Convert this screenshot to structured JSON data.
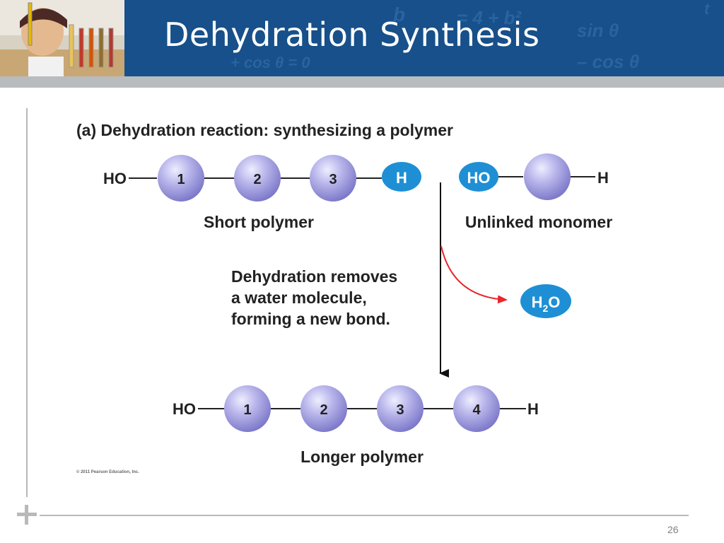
{
  "slide": {
    "title": "Dehydration Synthesis",
    "page_number": "26"
  },
  "diagram": {
    "heading": "(a) Dehydration reaction: synthesizing a polymer",
    "short_polymer": {
      "left_end": "HO",
      "monomers": [
        "1",
        "2",
        "3"
      ],
      "right_end": "H",
      "label": "Short polymer"
    },
    "monomer": {
      "left_end": "HO",
      "right_end": "H",
      "label": "Unlinked monomer"
    },
    "reaction_note": {
      "line1": "Dehydration removes",
      "line2": "a water molecule,",
      "line3": "forming a new bond."
    },
    "water": {
      "text": "H",
      "subscript": "2",
      "suffix": "O"
    },
    "longer_polymer": {
      "left_end": "HO",
      "monomers": [
        "1",
        "2",
        "3",
        "4"
      ],
      "right_end": "H",
      "label": "Longer polymer"
    },
    "copyright": "© 2011 Pearson Education, Inc."
  },
  "colors": {
    "header_blue": "#17508a",
    "monomer_purple": "#9b97dc",
    "highlight_blue": "#1e8fd4",
    "arrow_red": "#e8262c"
  }
}
